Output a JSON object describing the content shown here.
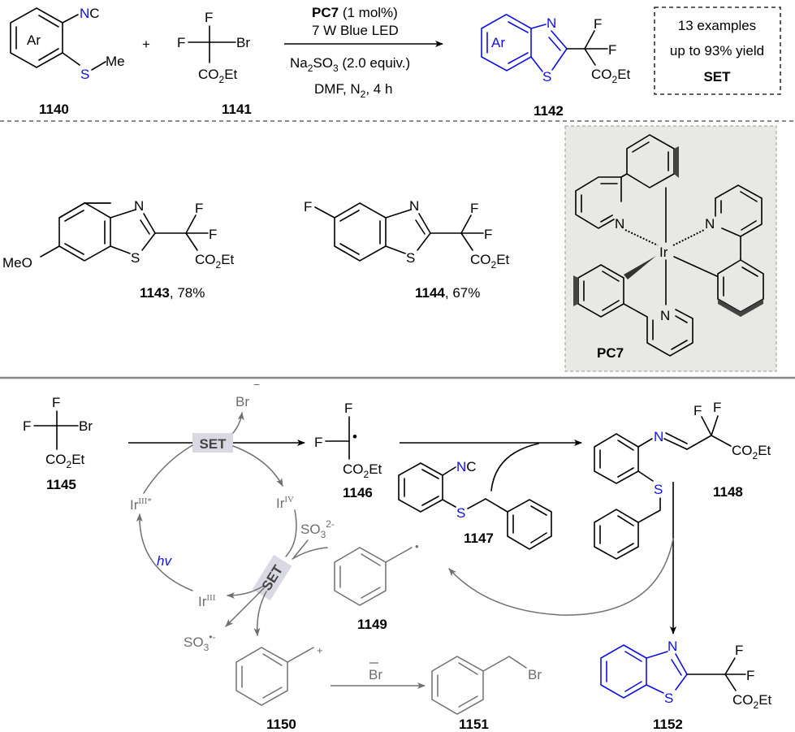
{
  "colors": {
    "heteroatom_blue": "#1010e0",
    "cycle_grey": "#707070",
    "set_box_fill": "#d9d9e3",
    "pc_panel_fill": "#e8e8e4",
    "separator": "#888888"
  },
  "top_reaction": {
    "reactant1": {
      "ring_label": "Ar",
      "nc": "NC",
      "s": "S",
      "me": "Me",
      "id": "1140"
    },
    "plus": "+",
    "reactant2": {
      "f_top": "F",
      "f_left": "F",
      "br": "Br",
      "ester": "CO2Et",
      "id": "1141"
    },
    "conditions": {
      "catalyst": "PC7",
      "catalyst_loading": "(1 mol%)",
      "light": "7 W Blue LED",
      "additive": "Na2SO3 (2.0 equiv.)",
      "additive_parts": {
        "a": "Na",
        "sub1": "2",
        "b": "SO",
        "sub2": "3",
        "c": " (2.0 equiv.)"
      },
      "solvent": "DMF, N2, 4 h",
      "solvent_parts": {
        "a": "DMF,  N",
        "sub": "2",
        "b": ", 4 h"
      }
    },
    "product": {
      "ring_label": "Ar",
      "n": "N",
      "s": "S",
      "f1": "F",
      "f2": "F",
      "ester": "CO2Et",
      "id": "1142"
    },
    "summary_box": {
      "line1": "13 examples",
      "line2": "up to 93% yield",
      "line3": "SET"
    }
  },
  "examples": [
    {
      "id": "1143",
      "yield": "78%",
      "substituent": "MeO",
      "n": "N",
      "s": "S",
      "f1": "F",
      "f2": "F",
      "ester": "CO2Et"
    },
    {
      "id": "1144",
      "yield": "67%",
      "substituent": "F",
      "n": "N",
      "s": "S",
      "f1": "F",
      "f2": "F",
      "ester": "CO2Et"
    }
  ],
  "photocatalyst": {
    "label": "PC7",
    "metal": "Ir",
    "n_labels": [
      "N",
      "N",
      "N"
    ]
  },
  "mechanism": {
    "c1145": {
      "f_top": "F",
      "f_left": "F",
      "br": "Br",
      "ester": "CO2Et",
      "id": "1145"
    },
    "set_top": "SET",
    "br_minus": "Br",
    "br_minus_charge": "−",
    "c1146": {
      "f_top": "F",
      "f_left": "F",
      "radical_dot": "•",
      "ester": "CO2Et",
      "id": "1146"
    },
    "c1147": {
      "nc": "NC",
      "s": "S",
      "id": "1147"
    },
    "c1148": {
      "n": "N",
      "f1": "F",
      "f2": "F",
      "ester": "CO2Et",
      "s": "S",
      "id": "1148"
    },
    "ir_cycle": {
      "ir3_star": {
        "base": "Ir",
        "sup": "III*"
      },
      "ir4": {
        "base": "Ir",
        "sup": "IV"
      },
      "ir3": {
        "base": "Ir",
        "sup": "III"
      },
      "hv": "hv",
      "so3_2minus": {
        "base": "SO",
        "sub": "3",
        "sup": "2-"
      },
      "so3_radical_anion": {
        "base": "SO",
        "sub": "3",
        "sup": "•-"
      },
      "set_label": "SET"
    },
    "c1149": {
      "radical_dot": "•",
      "id": "1149"
    },
    "c1150": {
      "charge": "+",
      "id": "1150"
    },
    "bromide_arrow_label": "Br",
    "bromide_bar": "‾",
    "c1151": {
      "br": "Br",
      "id": "1151"
    },
    "c1152": {
      "n": "N",
      "s": "S",
      "f1": "F",
      "f2": "F",
      "ester": "CO2Et",
      "id": "1152"
    }
  }
}
